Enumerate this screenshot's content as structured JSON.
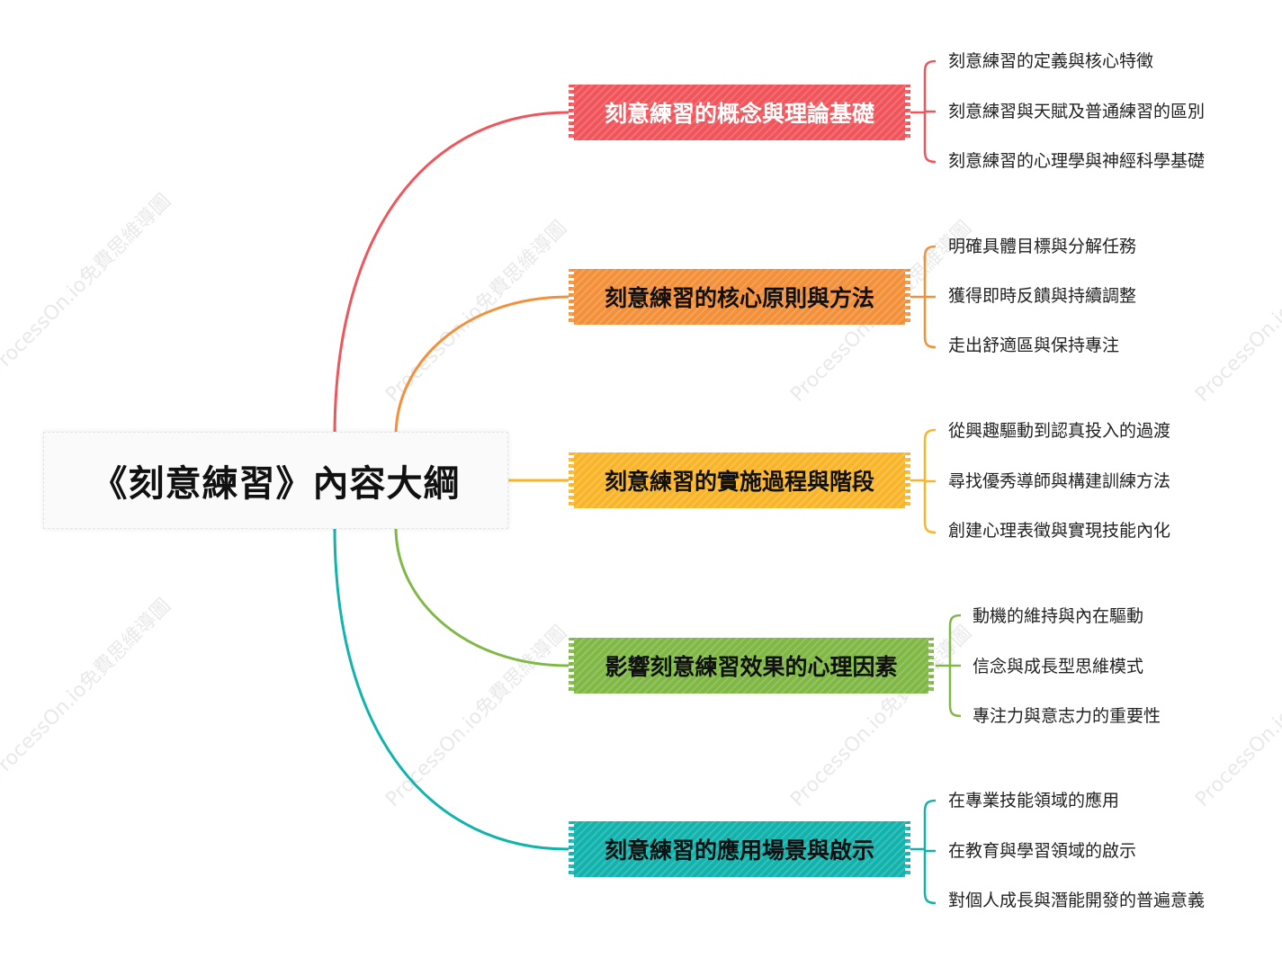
{
  "root": {
    "title": "《刻意練習》內容大綱"
  },
  "watermark": "ProcessOn.io免費思維導圖",
  "branches": [
    {
      "label": "刻意練習的概念與理論基礎",
      "color": "#f0555b",
      "text_color": "#ffffff",
      "children": [
        "刻意練習的定義與核心特徵",
        "刻意練習與天賦及普通練習的區別",
        "刻意練習的心理學與神經科學基礎"
      ]
    },
    {
      "label": "刻意練習的核心原則與方法",
      "color": "#f3903a",
      "text_color": "#111111",
      "children": [
        "明確具體目標與分解任務",
        "獲得即時反饋與持續調整",
        "走出舒適區與保持專注"
      ]
    },
    {
      "label": "刻意練習的實施過程與階段",
      "color": "#f9b52a",
      "text_color": "#111111",
      "children": [
        "從興趣驅動到認真投入的過渡",
        "尋找優秀導師與構建訓練方法",
        "創建心理表徵與實現技能內化"
      ]
    },
    {
      "label": "影響刻意練習效果的心理因素",
      "color": "#80b846",
      "text_color": "#111111",
      "children": [
        "動機的維持與內在驅動",
        "信念與成長型思維模式",
        "專注力與意志力的重要性"
      ]
    },
    {
      "label": "刻意練習的應用場景與啟示",
      "color": "#12b3ad",
      "text_color": "#111111",
      "children": [
        "在專業技能領域的應用",
        "在教育與學習領域的啟示",
        "對個人成長與潛能開發的普遍意義"
      ]
    }
  ]
}
